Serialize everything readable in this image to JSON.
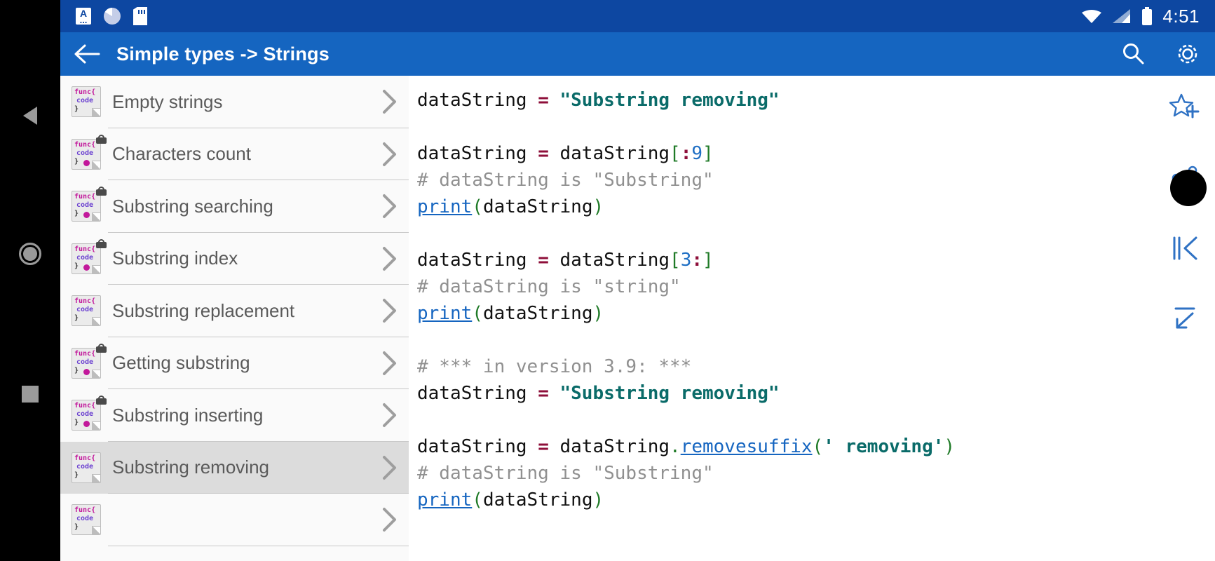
{
  "statusbar": {
    "time": "4:51",
    "icons_left": [
      "keyboard-input-icon",
      "sync-icon",
      "sdcard-icon"
    ],
    "icons_right": [
      "wifi-icon",
      "signal-icon",
      "battery-icon"
    ],
    "keyboard_glyph": "A",
    "keyboard_dots": "...",
    "bg_color": "#0d47a1"
  },
  "appbar": {
    "back_icon": "arrow-back-icon",
    "title": "Simple types -> Strings",
    "search_icon": "search-icon",
    "settings_icon": "gear-icon",
    "bg_color": "#1565c0"
  },
  "navbar": {
    "back_label": "back-triangle",
    "home_label": "home-circle",
    "recents_label": "recents-square"
  },
  "sidebar": {
    "items": [
      {
        "label": "Empty strings",
        "locked": false,
        "dot": false,
        "selected": false
      },
      {
        "label": "Characters count",
        "locked": true,
        "dot": true,
        "selected": false
      },
      {
        "label": "Substring searching",
        "locked": true,
        "dot": true,
        "selected": false
      },
      {
        "label": "Substring index",
        "locked": true,
        "dot": true,
        "selected": false
      },
      {
        "label": "Substring replacement",
        "locked": false,
        "dot": false,
        "selected": false
      },
      {
        "label": "Getting substring",
        "locked": true,
        "dot": true,
        "selected": false
      },
      {
        "label": "Substring inserting",
        "locked": true,
        "dot": true,
        "selected": false
      },
      {
        "label": "Substring removing",
        "locked": false,
        "dot": false,
        "selected": true
      },
      {
        "label": "",
        "locked": false,
        "dot": false,
        "selected": false
      }
    ],
    "icon_lines": {
      "line1": "func{",
      "line2": "code",
      "line3": "}"
    },
    "chevron_icon": "chevron-right-icon",
    "selected_bg": "#dcdcdc"
  },
  "code": {
    "language": "python",
    "lines": [
      [
        {
          "t": "dataString ",
          "c": "plain"
        },
        {
          "t": "=",
          "c": "op"
        },
        {
          "t": " ",
          "c": "plain"
        },
        {
          "t": "\"Substring removing\"",
          "c": "str"
        }
      ],
      [
        {
          "t": "",
          "c": "plain"
        }
      ],
      [
        {
          "t": "dataString ",
          "c": "plain"
        },
        {
          "t": "=",
          "c": "op"
        },
        {
          "t": " dataString",
          "c": "plain"
        },
        {
          "t": "[",
          "c": "brk"
        },
        {
          "t": ":",
          "c": "op"
        },
        {
          "t": "9",
          "c": "num"
        },
        {
          "t": "]",
          "c": "brk"
        }
      ],
      [
        {
          "t": "# dataString is \"Substring\"",
          "c": "cmt"
        }
      ],
      [
        {
          "t": "print",
          "c": "link"
        },
        {
          "t": "(",
          "c": "punc"
        },
        {
          "t": "dataString",
          "c": "plain"
        },
        {
          "t": ")",
          "c": "punc"
        }
      ],
      [
        {
          "t": "",
          "c": "plain"
        }
      ],
      [
        {
          "t": "dataString ",
          "c": "plain"
        },
        {
          "t": "=",
          "c": "op"
        },
        {
          "t": " dataString",
          "c": "plain"
        },
        {
          "t": "[",
          "c": "brk"
        },
        {
          "t": "3",
          "c": "num"
        },
        {
          "t": ":",
          "c": "op"
        },
        {
          "t": "]",
          "c": "brk"
        }
      ],
      [
        {
          "t": "# dataString is \"string\"",
          "c": "cmt"
        }
      ],
      [
        {
          "t": "print",
          "c": "link"
        },
        {
          "t": "(",
          "c": "punc"
        },
        {
          "t": "dataString",
          "c": "plain"
        },
        {
          "t": ")",
          "c": "punc"
        }
      ],
      [
        {
          "t": "",
          "c": "plain"
        }
      ],
      [
        {
          "t": "# *** in version 3.9: ***",
          "c": "cmt"
        }
      ],
      [
        {
          "t": "dataString ",
          "c": "plain"
        },
        {
          "t": "=",
          "c": "op"
        },
        {
          "t": " ",
          "c": "plain"
        },
        {
          "t": "\"Substring removing\"",
          "c": "str"
        }
      ],
      [
        {
          "t": "",
          "c": "plain"
        }
      ],
      [
        {
          "t": "dataString ",
          "c": "plain"
        },
        {
          "t": "=",
          "c": "op"
        },
        {
          "t": " dataString",
          "c": "plain"
        },
        {
          "t": ".",
          "c": "punc"
        },
        {
          "t": "removesuffix",
          "c": "link"
        },
        {
          "t": "(",
          "c": "punc"
        },
        {
          "t": "' removing'",
          "c": "str"
        },
        {
          "t": ")",
          "c": "punc"
        }
      ],
      [
        {
          "t": "# dataString is \"Substring\"",
          "c": "cmt"
        }
      ],
      [
        {
          "t": "print",
          "c": "link"
        },
        {
          "t": "(",
          "c": "punc"
        },
        {
          "t": "dataString",
          "c": "plain"
        },
        {
          "t": ")",
          "c": "punc"
        }
      ]
    ]
  },
  "rail": {
    "items": [
      {
        "icon": "star-plus-icon",
        "name": "add-to-favorites-button"
      },
      {
        "icon": "share-icon",
        "name": "share-button"
      },
      {
        "icon": "skip-previous-icon",
        "name": "previous-button"
      },
      {
        "icon": "collapse-arrow-icon",
        "name": "collapse-button"
      }
    ],
    "accent_color": "#2f72c4"
  },
  "cursor": {
    "name": "touch-indicator",
    "color": "#000000"
  }
}
